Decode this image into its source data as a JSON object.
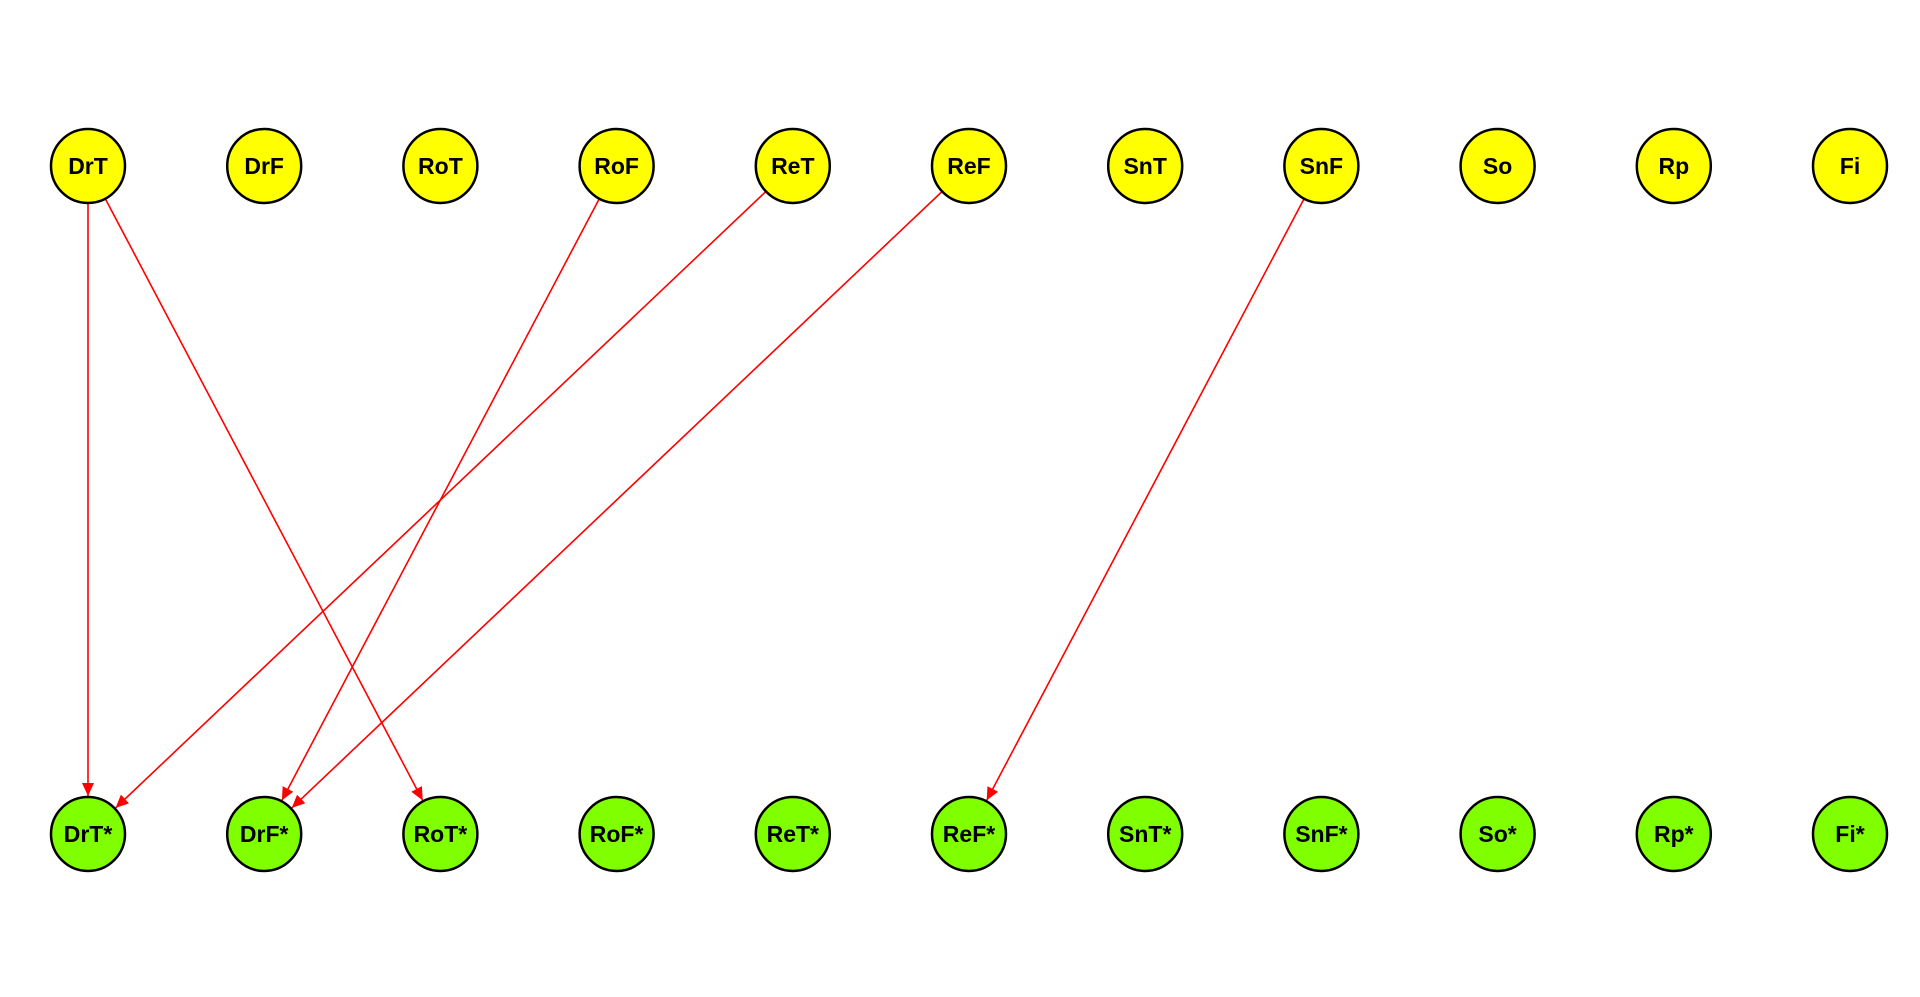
{
  "colors": {
    "background": "#ffffff",
    "top_node_fill": "#ffff00",
    "bottom_node_fill": "#7fff00",
    "node_stroke": "#000000",
    "edge": "#ff0000"
  },
  "diagram": {
    "top_nodes": [
      {
        "id": "DrT",
        "label": "DrT"
      },
      {
        "id": "DrF",
        "label": "DrF"
      },
      {
        "id": "RoT",
        "label": "RoT"
      },
      {
        "id": "RoF",
        "label": "RoF"
      },
      {
        "id": "ReT",
        "label": "ReT"
      },
      {
        "id": "ReF",
        "label": "ReF"
      },
      {
        "id": "SnT",
        "label": "SnT"
      },
      {
        "id": "SnF",
        "label": "SnF"
      },
      {
        "id": "So",
        "label": "So"
      },
      {
        "id": "Rp",
        "label": "Rp"
      },
      {
        "id": "Fi",
        "label": "Fi"
      }
    ],
    "bottom_nodes": [
      {
        "id": "DrT*",
        "label": "DrT*"
      },
      {
        "id": "DrF*",
        "label": "DrF*"
      },
      {
        "id": "RoT*",
        "label": "RoT*"
      },
      {
        "id": "RoF*",
        "label": "RoF*"
      },
      {
        "id": "ReT*",
        "label": "ReT*"
      },
      {
        "id": "ReF*",
        "label": "ReF*"
      },
      {
        "id": "SnT*",
        "label": "SnT*"
      },
      {
        "id": "SnF*",
        "label": "SnF*"
      },
      {
        "id": "So*",
        "label": "So*"
      },
      {
        "id": "Rp*",
        "label": "Rp*"
      },
      {
        "id": "Fi*",
        "label": "Fi*"
      }
    ],
    "edges": [
      {
        "from": "DrT",
        "to": "DrT*"
      },
      {
        "from": "DrT",
        "to": "RoT*"
      },
      {
        "from": "RoF",
        "to": "DrF*"
      },
      {
        "from": "ReT",
        "to": "DrT*"
      },
      {
        "from": "ReF",
        "to": "DrF*"
      },
      {
        "from": "SnF",
        "to": "ReF*"
      }
    ]
  }
}
